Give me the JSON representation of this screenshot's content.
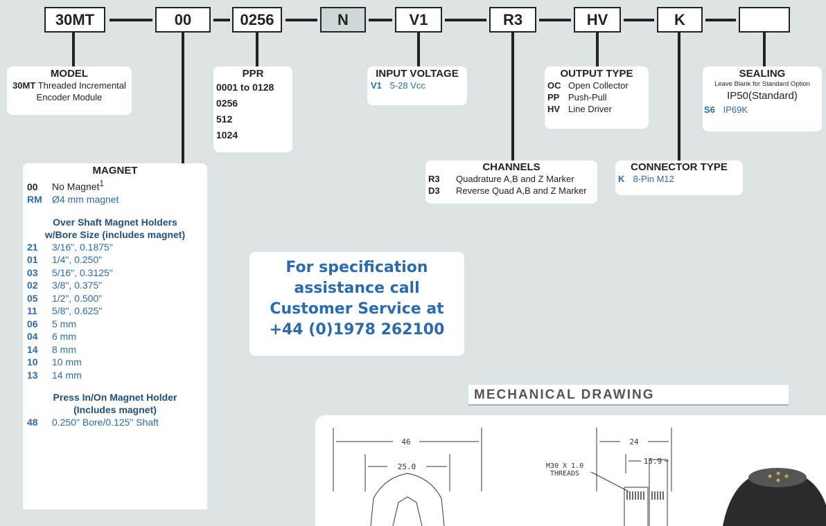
{
  "codes": [
    "30MT",
    "00",
    "0256",
    "N",
    "V1",
    "R3",
    "HV",
    "K",
    ""
  ],
  "model": {
    "title": "MODEL",
    "code": "30MT",
    "desc1": "Threaded Incremental",
    "desc2": "Encoder Module"
  },
  "ppr": {
    "title": "PPR",
    "options": [
      "0001 to 0128",
      "0256",
      "512",
      "1024"
    ]
  },
  "input_voltage": {
    "title": "INPUT VOLTAGE",
    "code": "V1",
    "desc": "5-28 Vcc"
  },
  "output_type": {
    "title": "OUTPUT TYPE",
    "options": [
      {
        "code": "OC",
        "desc": "Open Collector"
      },
      {
        "code": "PP",
        "desc": "Push-Pull"
      },
      {
        "code": "HV",
        "desc": "Line Driver"
      }
    ]
  },
  "sealing": {
    "title": "SEALING",
    "note": "Leave Blank for Standard Option",
    "standard": "IP50(Standard)",
    "code": "S6",
    "desc": "IP69K"
  },
  "channels": {
    "title": "CHANNELS",
    "options": [
      {
        "code": "R3",
        "desc": "Quadrature A,B and Z Marker"
      },
      {
        "code": "D3",
        "desc": "Reverse Quad A,B and Z Marker"
      }
    ]
  },
  "connector": {
    "title": "CONNECTOR TYPE",
    "code": "K",
    "desc": "8-Pin M12"
  },
  "magnet": {
    "title": "MAGNET",
    "opt0_code": "00",
    "opt0_desc": "No Magnet",
    "opt0_sup": "1",
    "opt1_code": "RM",
    "opt1_desc": "Ø4 mm magnet",
    "over_shaft_title1": "Over Shaft Magnet Holders",
    "over_shaft_title2": "w/Bore Size (includes magnet)",
    "over_shaft": [
      {
        "code": "21",
        "desc": "3/16\", 0.1875\""
      },
      {
        "code": "01",
        "desc": "1/4\", 0.250\""
      },
      {
        "code": "03",
        "desc": "5/16\", 0.3125\""
      },
      {
        "code": "02",
        "desc": "3/8\", 0.375\""
      },
      {
        "code": "05",
        "desc": "1/2\", 0.500\""
      },
      {
        "code": "11",
        "desc": "5/8\", 0.625\""
      },
      {
        "code": "06",
        "desc": "5 mm"
      },
      {
        "code": "04",
        "desc": "6 mm"
      },
      {
        "code": "14",
        "desc": "8 mm"
      },
      {
        "code": "10",
        "desc": "10 mm"
      },
      {
        "code": "13",
        "desc": "14 mm"
      }
    ],
    "press_title1": "Press In/On Magnet Holder",
    "press_title2": "(Includes magnet)",
    "press_code": "48",
    "press_desc": "0.250\" Bore/0.125\" Shaft"
  },
  "assist": [
    "For specification",
    "assistance call",
    "Customer Service at",
    "+44 (0)1978 262100"
  ],
  "mechanical": {
    "title": "MECHANICAL DRAWING",
    "dim_46": "46",
    "dim_25": "25.0",
    "dim_24": "24",
    "dim_159": "15.9",
    "thread1": "M30 X 1.0",
    "thread2": "THREADS"
  }
}
